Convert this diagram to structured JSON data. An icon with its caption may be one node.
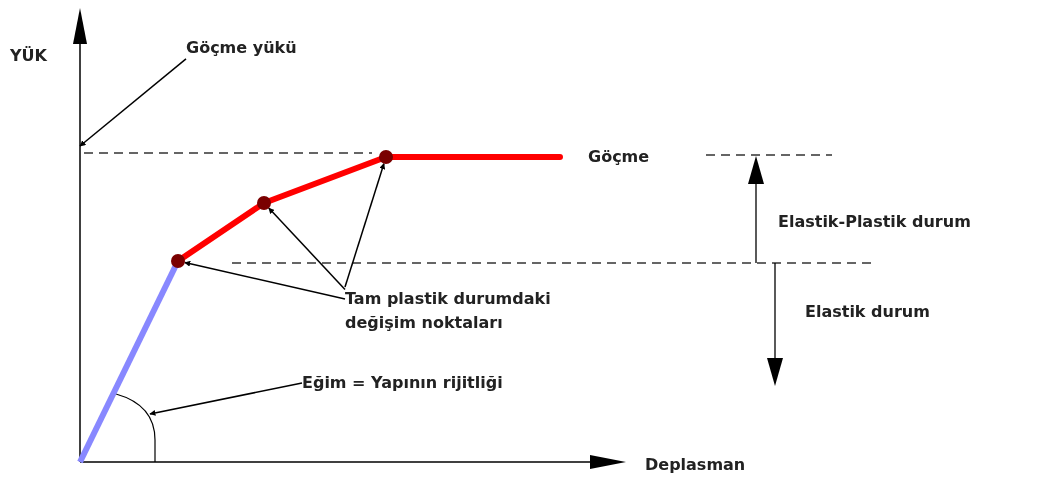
{
  "diagram": {
    "nodes": [
      {
        "text": [
          "Göçme yükü"
        ]
      },
      {
        "text": [
          "Tam plastik durumdaki değişim noktaları"
        ]
      },
      {
        "text": [],
        "shape": "circle"
      },
      {
        "text": [],
        "shape": "circle"
      },
      {
        "text": [],
        "shape": "circle"
      },
      {
        "text": [
          "Eğim = Yapının rijitliği"
        ]
      },
      {
        "text": [],
        "shape": "axis"
      },
      {
        "text": [],
        "shape": "arc"
      }
    ],
    "edges": [
      {
        "from": 0,
        "to": 6,
        "arrow": "to"
      },
      {
        "from": 1,
        "to": 2,
        "arrow": "to"
      },
      {
        "from": 1,
        "to": 3,
        "arrow": "to"
      },
      {
        "from": 1,
        "to": 4,
        "arrow": "to"
      },
      {
        "from": 5,
        "to": 7,
        "arrow": "to"
      }
    ],
    "labels": [
      "YÜK",
      "Göçme",
      "Elastik-Plastik durum",
      "Elastik durum",
      "Deplasman"
    ]
  }
}
